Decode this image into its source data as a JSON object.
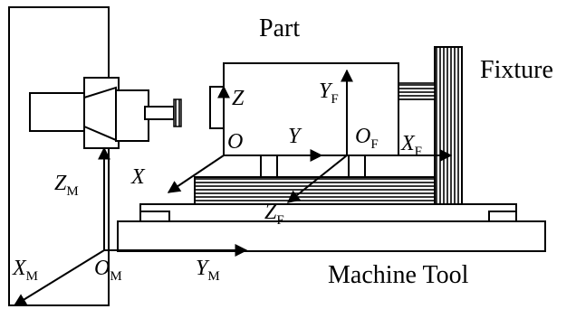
{
  "labels": {
    "part": "Part",
    "fixture": "Fixture",
    "machine_tool": "Machine Tool",
    "part_frame": {
      "origin": "O",
      "x": "X",
      "y": "Y",
      "z": "Z"
    },
    "fixture_frame": {
      "origin": "O",
      "origin_sub": "F",
      "x": "X",
      "x_sub": "F",
      "y": "Y",
      "y_sub": "F",
      "z": "Z",
      "z_sub": "F"
    },
    "machine_frame": {
      "origin": "O",
      "origin_sub": "M",
      "x": "X",
      "x_sub": "M",
      "y": "Y",
      "y_sub": "M",
      "z": "Z",
      "z_sub": "M"
    }
  }
}
